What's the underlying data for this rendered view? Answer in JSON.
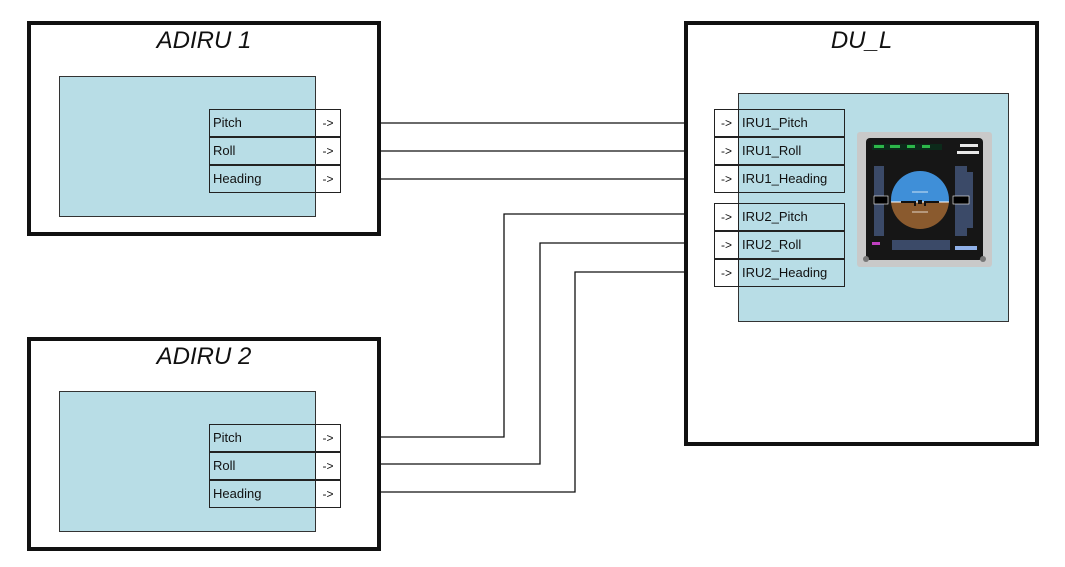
{
  "adiru1": {
    "title": "ADIRU 1",
    "ports": [
      {
        "label": "Pitch",
        "arrow": "->"
      },
      {
        "label": "Roll",
        "arrow": "->"
      },
      {
        "label": "Heading",
        "arrow": "->"
      }
    ]
  },
  "adiru2": {
    "title": "ADIRU 2",
    "ports": [
      {
        "label": "Pitch",
        "arrow": "->"
      },
      {
        "label": "Roll",
        "arrow": "->"
      },
      {
        "label": "Heading",
        "arrow": "->"
      }
    ]
  },
  "du_l": {
    "title": "DU_L",
    "iru1_ports": [
      {
        "label": "IRU1_Pitch",
        "arrow": "->"
      },
      {
        "label": "IRU1_Roll",
        "arrow": "->"
      },
      {
        "label": "IRU1_Heading",
        "arrow": "->"
      }
    ],
    "iru2_ports": [
      {
        "label": "IRU2_Pitch",
        "arrow": "->"
      },
      {
        "label": "IRU2_Roll",
        "arrow": "->"
      },
      {
        "label": "IRU2_Heading",
        "arrow": "->"
      }
    ],
    "display_icon": "primary-flight-display-icon"
  },
  "colors": {
    "inner_fill": "#b8dde6",
    "border": "#111111",
    "wire": "#111111"
  }
}
